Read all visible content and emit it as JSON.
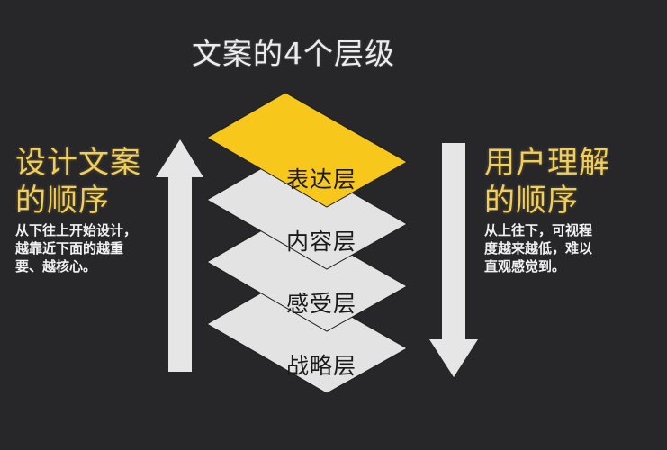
{
  "title": "文案的4个层级",
  "colors": {
    "background": "#27272a",
    "highlight_layer": "#f7c81b",
    "layer": "#e3e3e3",
    "headline": "#f2cf5b",
    "arrow": "#e6e6e6"
  },
  "left_block": {
    "headline_lines": [
      "设计文案",
      "的顺序"
    ],
    "sub_lines": [
      "从下往上开始设计，",
      "越靠近下面的越重",
      "要、越核心。"
    ]
  },
  "right_block": {
    "headline_lines": [
      "用户理解",
      "的顺序"
    ],
    "sub_lines": [
      "从上往下，可视程",
      "度越来越低，难以",
      "直观感觉到。"
    ]
  },
  "layers": [
    {
      "label": "表达层",
      "highlighted": true
    },
    {
      "label": "内容层",
      "highlighted": false
    },
    {
      "label": "感受层",
      "highlighted": false
    },
    {
      "label": "战略层",
      "highlighted": false
    }
  ],
  "arrows": {
    "left": {
      "direction": "up",
      "icon": "arrow-up-icon"
    },
    "right": {
      "direction": "down",
      "icon": "arrow-down-icon"
    }
  }
}
